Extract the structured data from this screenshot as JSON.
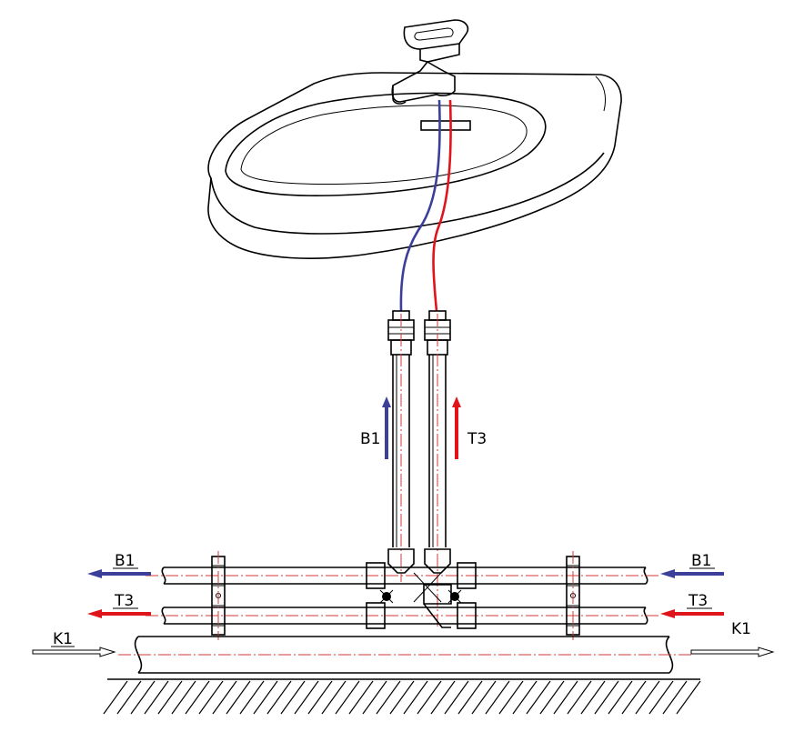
{
  "labels": {
    "cold_riser": "B1",
    "hot_riser": "T3",
    "left_cold": "B1",
    "left_hot": "T3",
    "right_cold": "B1",
    "right_hot": "T3",
    "sewer_in": "K1",
    "sewer_out": "K1"
  },
  "colors": {
    "cold_water": "#3b3f9a",
    "hot_water": "#e0141b",
    "axis_line": "#d63a3a",
    "outline": "#000000"
  }
}
